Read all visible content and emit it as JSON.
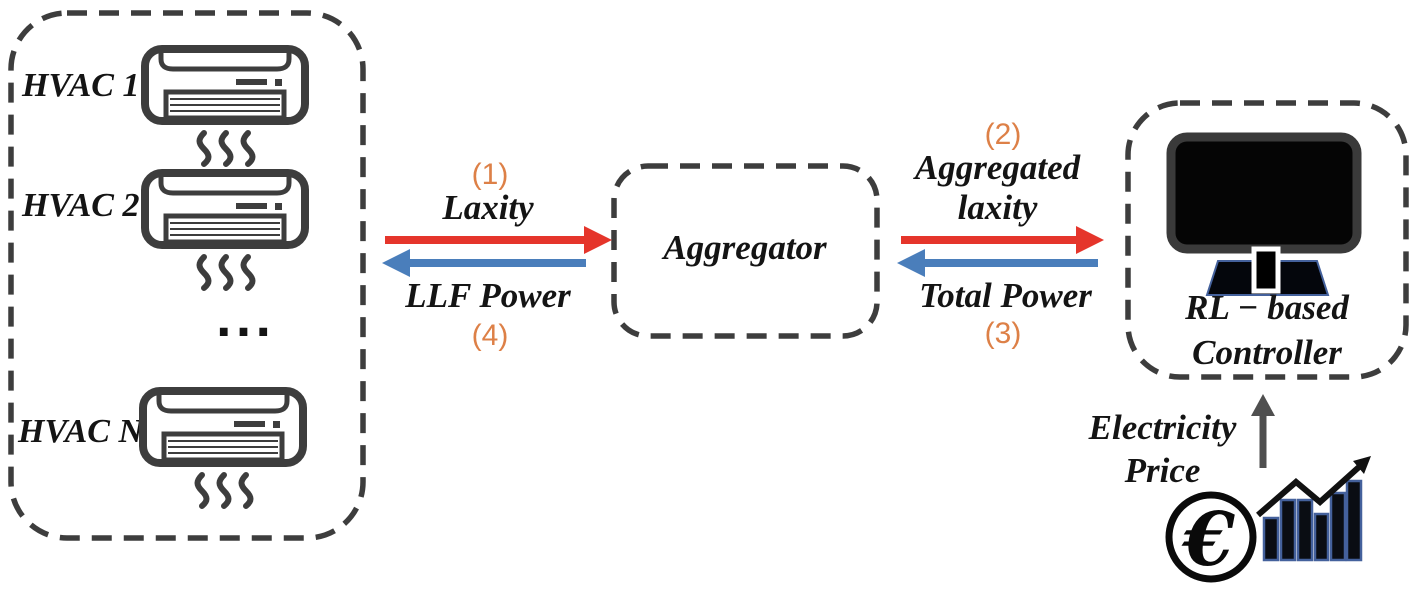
{
  "figure": {
    "hvac_group": {
      "units": [
        {
          "label": "HVAC 1"
        },
        {
          "label": "HVAC 2"
        },
        {
          "label": "HVAC N"
        }
      ],
      "ellipsis": "..."
    },
    "aggregator": {
      "label": "Aggregator"
    },
    "controller": {
      "line1": "RL − based",
      "line2": "Controller"
    },
    "flows": {
      "laxity": {
        "step": "(1)",
        "label": "Laxity",
        "direction": "hvac-to-aggregator"
      },
      "aggregated_laxity": {
        "step": "(2)",
        "line1": "Aggregated",
        "line2": "laxity",
        "direction": "aggregator-to-controller"
      },
      "total_power": {
        "step": "(3)",
        "label": "Total Power",
        "direction": "controller-to-aggregator"
      },
      "llf_power": {
        "step": "(4)",
        "label": "LLF Power",
        "direction": "aggregator-to-hvac"
      }
    },
    "electricity_price": {
      "line1": "Electricity",
      "line2": "Price",
      "euro_symbol": "€"
    }
  },
  "chart_data": {
    "type": "bar",
    "title": "price trend glyph",
    "values_relative": [
      42,
      60,
      60,
      46,
      67,
      79
    ],
    "trend": "rising zigzag with arrow"
  },
  "colors": {
    "outline": "#3d3d3d",
    "flow_forward": "#e5352b",
    "flow_backward": "#4a7ebb",
    "step_number": "#dd8047",
    "bar_outline": "#44619c",
    "arrow_gray": "#4f4f4f"
  }
}
